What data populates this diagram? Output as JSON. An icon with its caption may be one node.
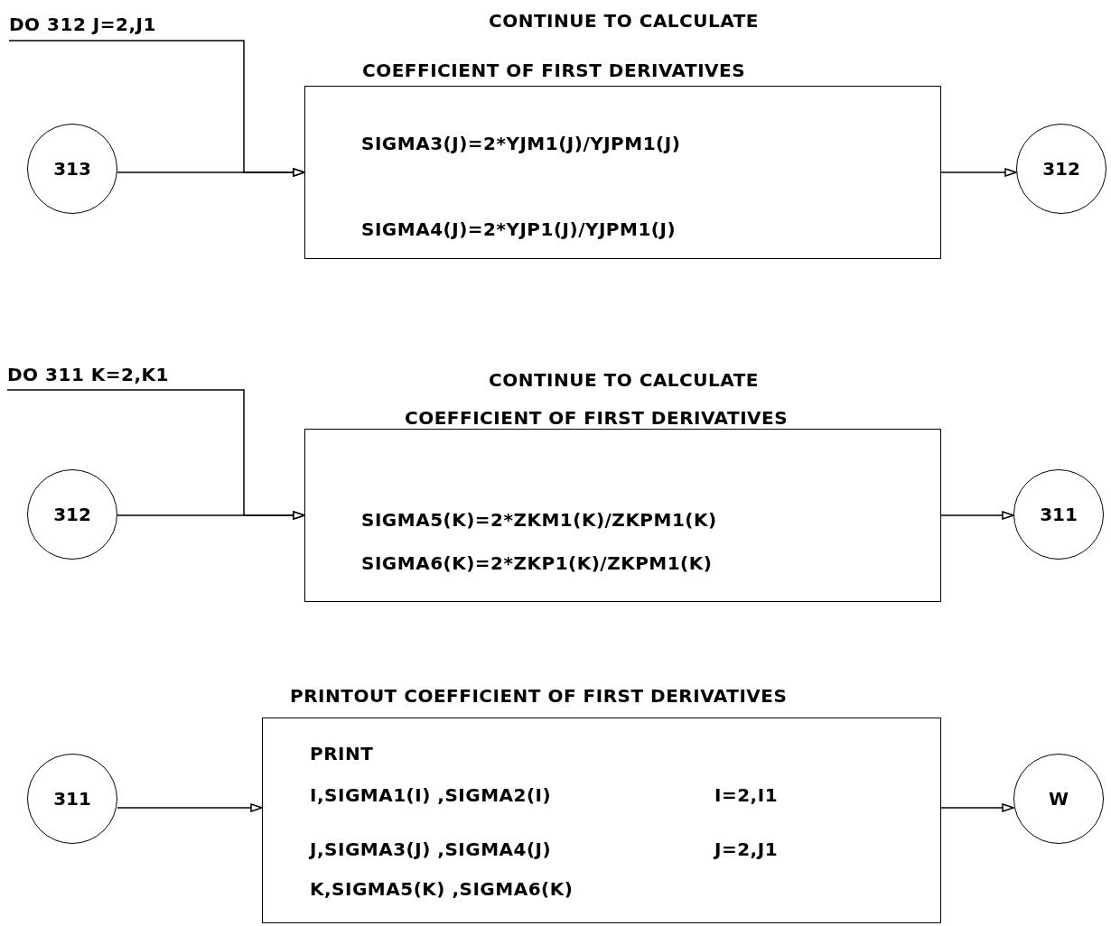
{
  "diagram": {
    "nodes": [
      {
        "text": [
          "313"
        ]
      },
      {
        "text": [
          "CONTINUE TO CALCULATE",
          "COEFFICIENT OF FIRST DERIVATIVES",
          "SIGMA3(J)=2*YJM1(J)/YJPM1(J)",
          "SIGMA4(J)=2*YJP1(J)/YJPM1(J)"
        ]
      },
      {
        "text": [
          "312"
        ]
      },
      {
        "text": [
          "DO 312 J=2,J1"
        ]
      },
      {
        "text": [
          "312"
        ]
      },
      {
        "text": [
          "CONTINUE TO CALCULATE",
          "COEFFICIENT OF FIRST DERIVATIVES",
          "SIGMA5(K)=2*ZKM1(K)/ZKPM1(K)",
          "SIGMA6(K)=2*ZKP1(K)/ZKPM1(K)"
        ]
      },
      {
        "text": [
          "311"
        ]
      },
      {
        "text": [
          "DO 311 K=2,K1"
        ]
      },
      {
        "text": [
          "311"
        ]
      },
      {
        "text": [
          "PRINTOUT COEFFICIENT OF FIRST DERIVATIVES",
          "PRINT",
          "I,SIGMA1(I) ,SIGMA2(I)",
          "I=2,I1",
          "J,SIGMA3(J) ,SIGMA4(J)",
          "J=2,J1",
          "K,SIGMA5(K) ,SIGMA6(K)"
        ]
      },
      {
        "text": [
          "W"
        ]
      }
    ],
    "edges": [
      {
        "from": 0,
        "to": 1,
        "arrow": "to"
      },
      {
        "from": 3,
        "to": 1,
        "arrow": "to"
      },
      {
        "from": 1,
        "to": 2,
        "arrow": "to"
      },
      {
        "from": 4,
        "to": 5,
        "arrow": "to"
      },
      {
        "from": 7,
        "to": 5,
        "arrow": "to"
      },
      {
        "from": 5,
        "to": 6,
        "arrow": "to"
      },
      {
        "from": 8,
        "to": 9,
        "arrow": "to"
      },
      {
        "from": 9,
        "to": 10,
        "arrow": "to"
      }
    ]
  }
}
